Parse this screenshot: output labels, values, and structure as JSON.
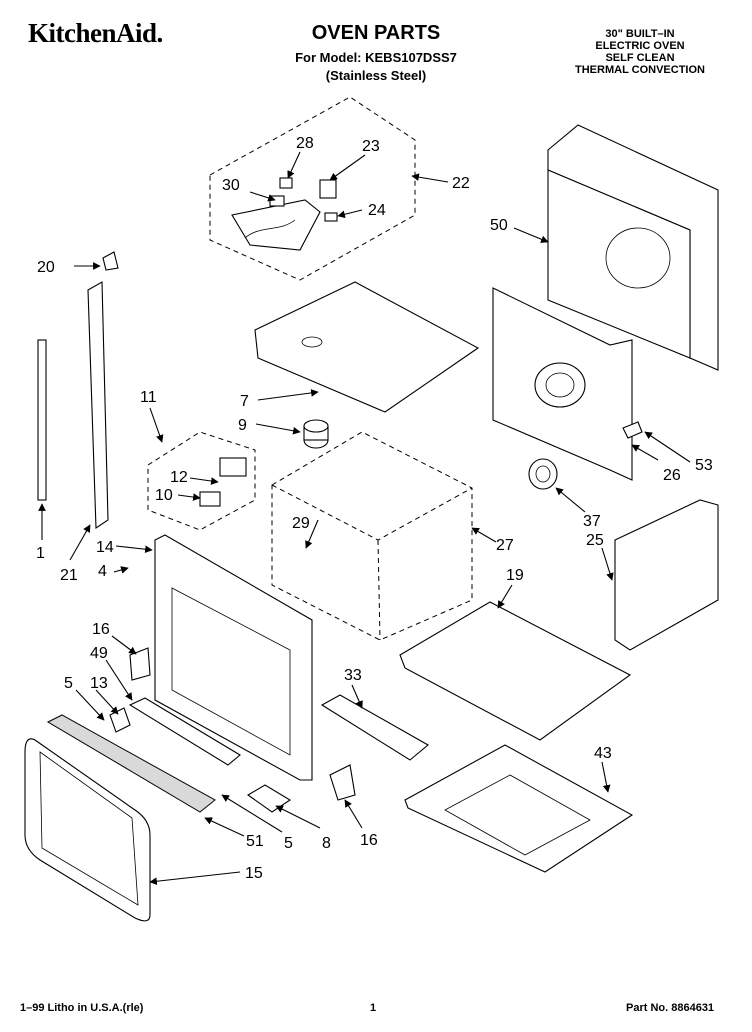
{
  "header": {
    "brand": "KitchenAid.",
    "title": "OVEN PARTS",
    "model_line": "For Model: KEBS107DSS7",
    "finish_line": "(Stainless Steel)",
    "spec_lines": [
      "30\" BUILT–IN",
      "ELECTRIC OVEN",
      "SELF CLEAN",
      "THERMAL CONVECTION"
    ]
  },
  "footer": {
    "left": "1–99 Litho in U.S.A.(rle)",
    "page": "1",
    "part_no": "Part No. 8864631"
  },
  "callouts": {
    "c1": "1",
    "c4": "4",
    "c5a": "5",
    "c5b": "5",
    "c7": "7",
    "c8": "8",
    "c9": "9",
    "c10": "10",
    "c11": "11",
    "c12": "12",
    "c13": "13",
    "c14": "14",
    "c15": "15",
    "c16a": "16",
    "c16b": "16",
    "c19": "19",
    "c20": "20",
    "c21": "21",
    "c22": "22",
    "c23": "23",
    "c24": "24",
    "c25": "25",
    "c26": "26",
    "c27": "27",
    "c28": "28",
    "c29": "29",
    "c30": "30",
    "c33": "33",
    "c37": "37",
    "c43": "43",
    "c49": "49",
    "c50": "50",
    "c51": "51",
    "c53": "53"
  }
}
